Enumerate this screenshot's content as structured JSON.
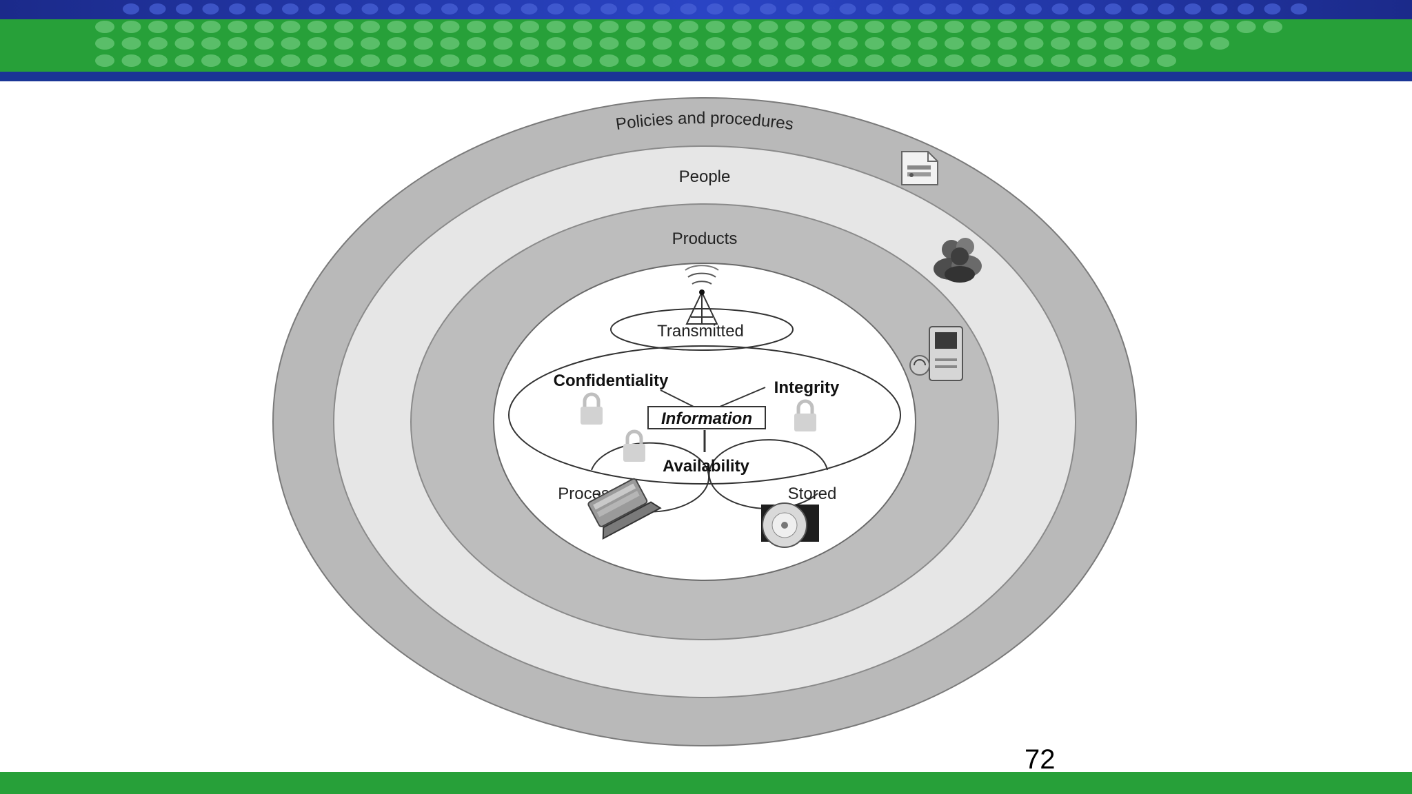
{
  "slide": {
    "page_number": "72",
    "colors": {
      "header_dark": "#1b2a8a",
      "header_green": "#27a039",
      "header_blue_strip": "#1a3596",
      "footer_green": "#27a039",
      "ring_dark": "#b8b8b8",
      "ring_light": "#e8e8e8",
      "core": "#ffffff"
    }
  },
  "diagram": {
    "rings": {
      "outer": "Policies and procedures",
      "second": "People",
      "third": "Products"
    },
    "states": {
      "transmitted": "Transmitted",
      "processed": "Processed",
      "stored": "Stored"
    },
    "core": {
      "center": "Information",
      "confidentiality": "Confidentiality",
      "integrity": "Integrity",
      "availability": "Availability"
    },
    "icons": {
      "policy": "document-icon",
      "people": "people-icon",
      "products": "computer-icon",
      "transmitted": "antenna-tower-icon",
      "processed": "laptop-icon",
      "stored": "disk-icon",
      "locks": "padlock-icon"
    }
  }
}
